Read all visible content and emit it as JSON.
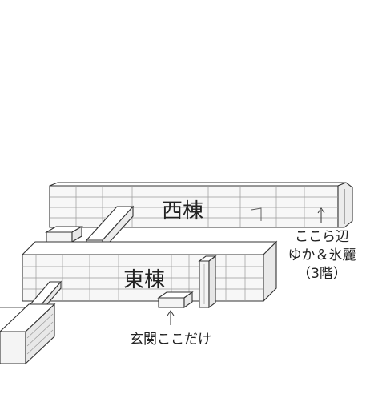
{
  "labels": {
    "west_wing": "西棟",
    "east_wing": "東棟",
    "annotation_top_line1": "ここら辺",
    "annotation_top_line2": "ゆか＆氷麗",
    "annotation_top_line3": "（3階）",
    "annotation_entrance": "玄関ここだけ"
  },
  "colors": {
    "line": "#333333",
    "grid": "#9a9a9a",
    "face_top": "#ffffff",
    "face_front": "#f6f6f6",
    "face_side": "#e9e9e9"
  }
}
